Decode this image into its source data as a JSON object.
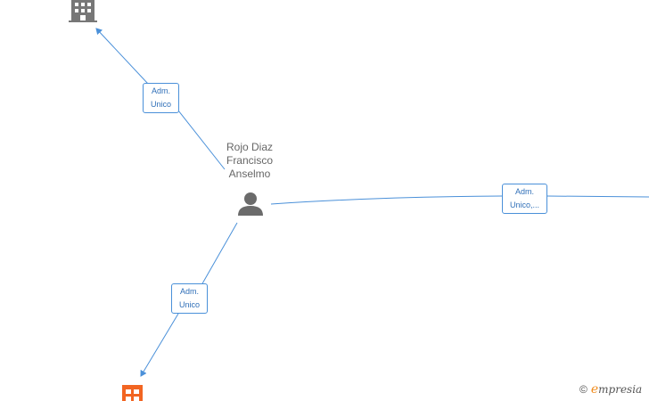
{
  "person": {
    "name_lines": [
      "Rojo Diaz",
      "Francisco",
      "Anselmo"
    ],
    "icon": "person-icon"
  },
  "nodes": [
    {
      "id": "company-top",
      "icon": "building-icon",
      "color": "#777777"
    },
    {
      "id": "company-bottom",
      "icon": "building-icon",
      "color": "#f26522"
    },
    {
      "id": "company-right",
      "icon": "building-icon",
      "color": "#777777"
    }
  ],
  "edges": [
    {
      "id": "edge-top",
      "label_lines": [
        "Adm.",
        "Unico"
      ]
    },
    {
      "id": "edge-right",
      "label_lines": [
        "Adm.",
        "Unico,..."
      ]
    },
    {
      "id": "edge-bottom",
      "label_lines": [
        "Adm.",
        "Unico"
      ]
    }
  ],
  "colors": {
    "edge": "#4a90d9",
    "label_text": "#2f6fb8",
    "person": "#6b6b6b"
  },
  "watermark": {
    "copyright": "©",
    "brand_initial": "e",
    "brand_rest": "mpresia"
  }
}
